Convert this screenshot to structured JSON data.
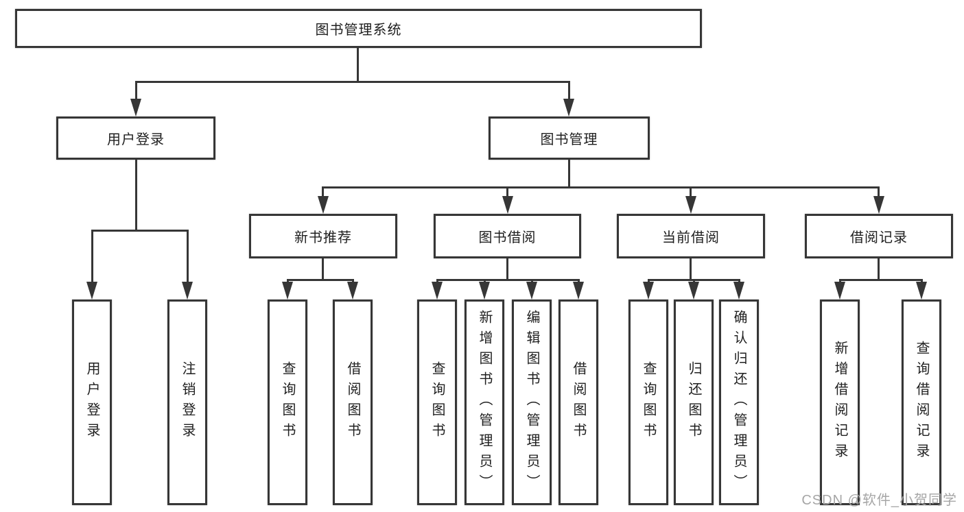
{
  "diagram": {
    "root": {
      "label": "图书管理系统"
    },
    "branches": [
      {
        "label": "用户登录",
        "children": [
          {
            "label": "用户登录"
          },
          {
            "label": "注销登录"
          }
        ]
      },
      {
        "label": "图书管理",
        "children": [
          {
            "label": "新书推荐",
            "children": [
              {
                "label": "查询图书"
              },
              {
                "label": "借阅图书"
              }
            ]
          },
          {
            "label": "图书借阅",
            "children": [
              {
                "label": "查询图书"
              },
              {
                "label": "新增图书（管理员）"
              },
              {
                "label": "编辑图书（管理员）"
              },
              {
                "label": "借阅图书"
              }
            ]
          },
          {
            "label": "当前借阅",
            "children": [
              {
                "label": "查询图书"
              },
              {
                "label": "归还图书"
              },
              {
                "label": "确认归还（管理员）"
              }
            ]
          },
          {
            "label": "借阅记录",
            "children": [
              {
                "label": "新增借阅记录"
              },
              {
                "label": "查询借阅记录"
              }
            ]
          }
        ]
      }
    ]
  },
  "watermark": {
    "text": "CSDN @软件_小贺同学"
  },
  "colors": {
    "line": "#363636",
    "box_border": "#363636",
    "box_bg": "#ffffff",
    "text": "#1f1f1f",
    "watermark": "#a6a6a6",
    "background": "#ffffff"
  }
}
